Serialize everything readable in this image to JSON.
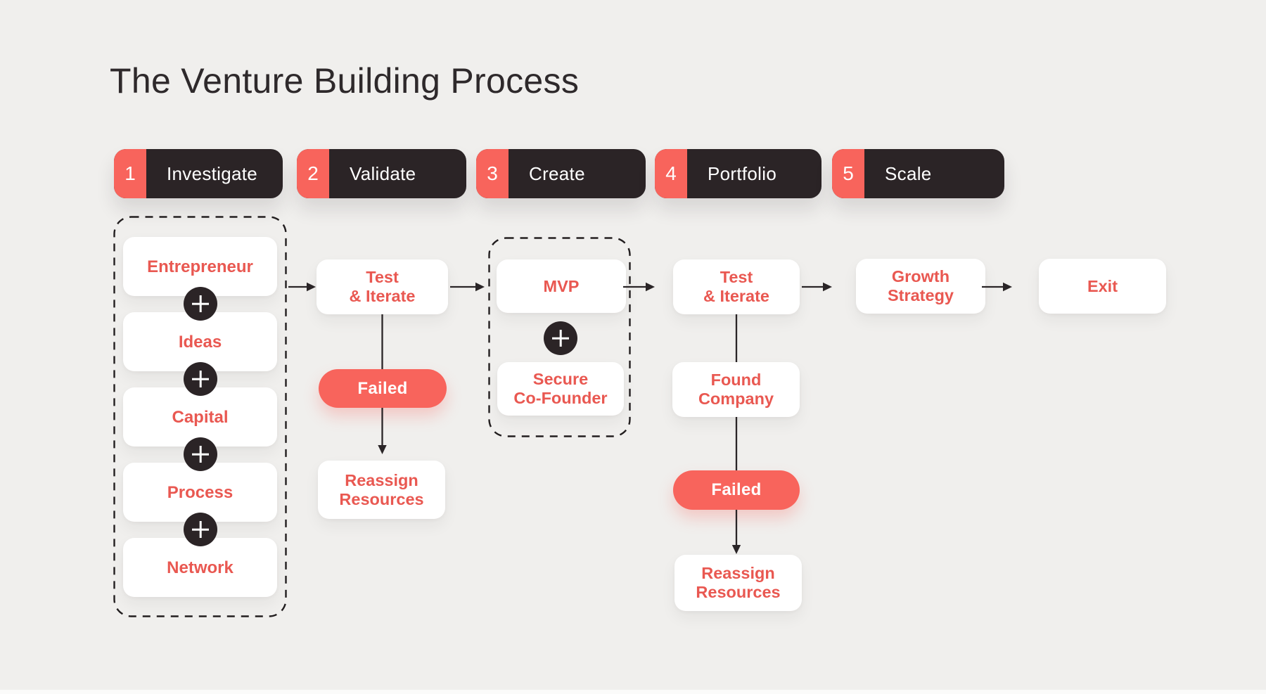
{
  "title": "The Venture Building Process",
  "colors": {
    "background": "#F0EFED",
    "accent": "#F8645C",
    "accent_text": "#E95851",
    "dark": "#2B2426",
    "line": "#2A2527",
    "card": "#FFFFFF"
  },
  "stages": [
    {
      "number": "1",
      "label": "Investigate"
    },
    {
      "number": "2",
      "label": "Validate"
    },
    {
      "number": "3",
      "label": "Create"
    },
    {
      "number": "4",
      "label": "Portfolio"
    },
    {
      "number": "5",
      "label": "Scale"
    }
  ],
  "flow": {
    "investigate": {
      "items": [
        "Entrepreneur",
        "Ideas",
        "Capital",
        "Process",
        "Network"
      ]
    },
    "validate": {
      "test_iterate": "Test\n& Iterate",
      "failed": "Failed",
      "reassign": "Reassign\nResources"
    },
    "create": {
      "mvp": "MVP",
      "secure_cofounder": "Secure\nCo-Founder"
    },
    "portfolio": {
      "test_iterate": "Test\n& Iterate",
      "found_company": "Found\nCompany",
      "failed": "Failed",
      "reassign": "Reassign\nResources"
    },
    "scale": {
      "growth_strategy": "Growth\nStrategy",
      "exit": "Exit"
    }
  }
}
